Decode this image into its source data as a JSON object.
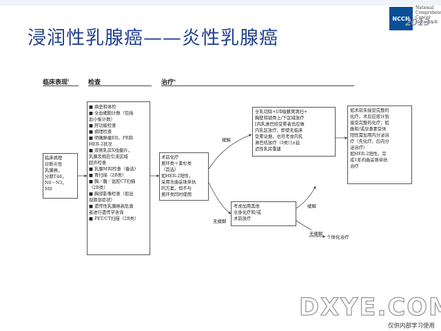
{
  "slide": {
    "title": "浸润性乳腺癌——炎性乳腺癌",
    "logo": {
      "badge": "NCCN",
      "lines": [
        "National",
        "Comprehensive",
        "Cancer",
        "Network®"
      ],
      "year": "2013"
    }
  },
  "headers": {
    "clinical": "临床表现",
    "clinical_sup": "l",
    "workup": "检查",
    "treatment": "治疗",
    "treatment_sup": "s"
  },
  "clinical_box": [
    "临床病理",
    "诊断炎性",
    "乳腺癌，",
    "分期T4d，",
    "N0－N3，",
    "M0"
  ],
  "workup_box": [
    "■ 病史和体检",
    "■ 全血细胞计数（包括",
    "   血小板计数）",
    "■ 肝功能检查",
    "■ 病理检查",
    "■ 明确肿瘤ER、PR和",
    "   HER-2状况",
    "■ 双侧乳房X线摄片，",
    "   乳腺及相应引流区域",
    "   超声检查",
    "■ 乳腺MRI检查（备选）",
    "■ 骨扫描（2B类）",
    "■ 胸／腹／盆腔CT扫描",
    "   （2B类）",
    "■ 胸部影像检查（如出",
    "   现肺部症状）",
    "■ 遗传性乳腺癌高危患",
    "   者进行遗传学咨询",
    "■ PET/CT扫描（2B类）"
  ],
  "preop_box": [
    "术前化疗",
    "蒽环类＋紫杉类",
    "（首选）",
    "如HER-2阳性，",
    "采用含曲妥珠单抗",
    "的方案，但不与",
    "蒽环类同时使用"
  ],
  "labels": {
    "response": "缓解",
    "no_response": "无缓解",
    "response2": "缓解",
    "no_response2": "无缓解",
    "individualized": "个体化治疗"
  },
  "surgery_box": [
    "全乳切除+Ⅰ/Ⅱ级腋窝清扫+",
    "胸壁和锁骨上/下区域放疗",
    "[内乳淋巴结受累者也应做",
    "内乳区放疗，即使无临床",
    "受累证据，也可考虑内乳",
    "淋巴结放疗（3类）]±延",
    "迟性乳房重建"
  ],
  "adjuvant_box": [
    "如术前未接受完整的",
    "化疗，术后应按计划",
    "接受完整的化疗；如",
    "雌和/或孕激素受体",
    "阳性需加用内分泌治",
    "疗（先化疗，后内分",
    "泌治疗）",
    "如HER-2阳性，完",
    "成1年的曲妥珠单抗",
    "治疗"
  ],
  "consider_box": [
    "考虑加用其他",
    "全身化疗和/或",
    "术前放疗"
  ],
  "watermark": {
    "text": "DXYE.COM",
    "note": "仅供内部学习使用"
  }
}
